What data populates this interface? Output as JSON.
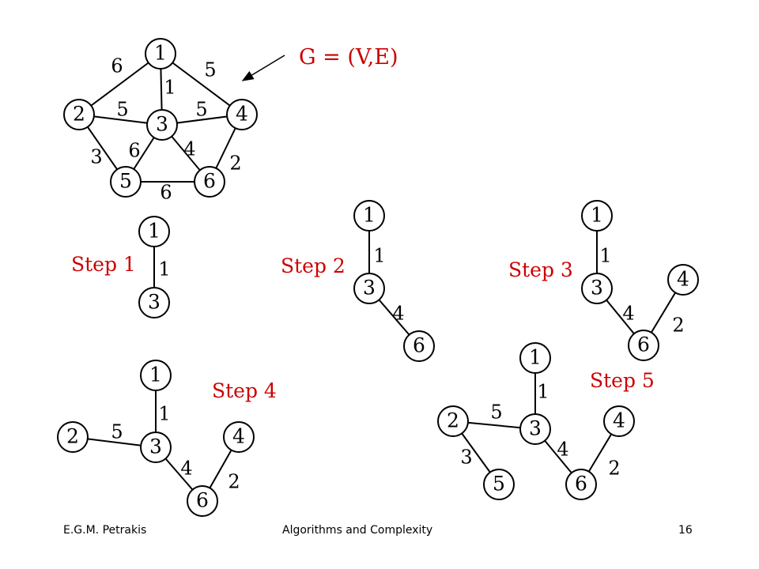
{
  "graph_title": "G = (V,E)",
  "colors": {
    "accent": "#cc0000",
    "ink": "#000000"
  },
  "graph": {
    "nodes": [
      "1",
      "2",
      "3",
      "4",
      "5",
      "6"
    ],
    "edges": [
      {
        "from": "1",
        "to": "2",
        "weight": "6"
      },
      {
        "from": "1",
        "to": "3",
        "weight": "1"
      },
      {
        "from": "1",
        "to": "4",
        "weight": "5"
      },
      {
        "from": "2",
        "to": "3",
        "weight": "5"
      },
      {
        "from": "3",
        "to": "4",
        "weight": "5"
      },
      {
        "from": "2",
        "to": "5",
        "weight": "3"
      },
      {
        "from": "3",
        "to": "5",
        "weight": "6"
      },
      {
        "from": "3",
        "to": "6",
        "weight": "4"
      },
      {
        "from": "4",
        "to": "6",
        "weight": "2"
      },
      {
        "from": "5",
        "to": "6",
        "weight": "6"
      }
    ]
  },
  "steps": [
    {
      "label": "Step 1",
      "nodes": [
        "1",
        "3"
      ],
      "edges": [
        {
          "from": "1",
          "to": "3",
          "weight": "1"
        }
      ]
    },
    {
      "label": "Step 2",
      "nodes": [
        "1",
        "3",
        "6"
      ],
      "edges": [
        {
          "from": "1",
          "to": "3",
          "weight": "1"
        },
        {
          "from": "3",
          "to": "6",
          "weight": "4"
        }
      ]
    },
    {
      "label": "Step 3",
      "nodes": [
        "1",
        "3",
        "4",
        "6"
      ],
      "edges": [
        {
          "from": "1",
          "to": "3",
          "weight": "1"
        },
        {
          "from": "3",
          "to": "6",
          "weight": "4"
        },
        {
          "from": "4",
          "to": "6",
          "weight": "2"
        }
      ]
    },
    {
      "label": "Step 4",
      "nodes": [
        "1",
        "2",
        "3",
        "4",
        "6"
      ],
      "edges": [
        {
          "from": "1",
          "to": "3",
          "weight": "1"
        },
        {
          "from": "2",
          "to": "3",
          "weight": "5"
        },
        {
          "from": "3",
          "to": "6",
          "weight": "4"
        },
        {
          "from": "4",
          "to": "6",
          "weight": "2"
        }
      ]
    },
    {
      "label": "Step 5",
      "nodes": [
        "1",
        "2",
        "3",
        "4",
        "5",
        "6"
      ],
      "edges": [
        {
          "from": "1",
          "to": "3",
          "weight": "1"
        },
        {
          "from": "2",
          "to": "3",
          "weight": "5"
        },
        {
          "from": "2",
          "to": "5",
          "weight": "3"
        },
        {
          "from": "3",
          "to": "6",
          "weight": "4"
        },
        {
          "from": "4",
          "to": "6",
          "weight": "2"
        }
      ]
    }
  ],
  "footer": {
    "author": "E.G.M. Petrakis",
    "course": "Algorithms and Complexity",
    "page": "16"
  }
}
